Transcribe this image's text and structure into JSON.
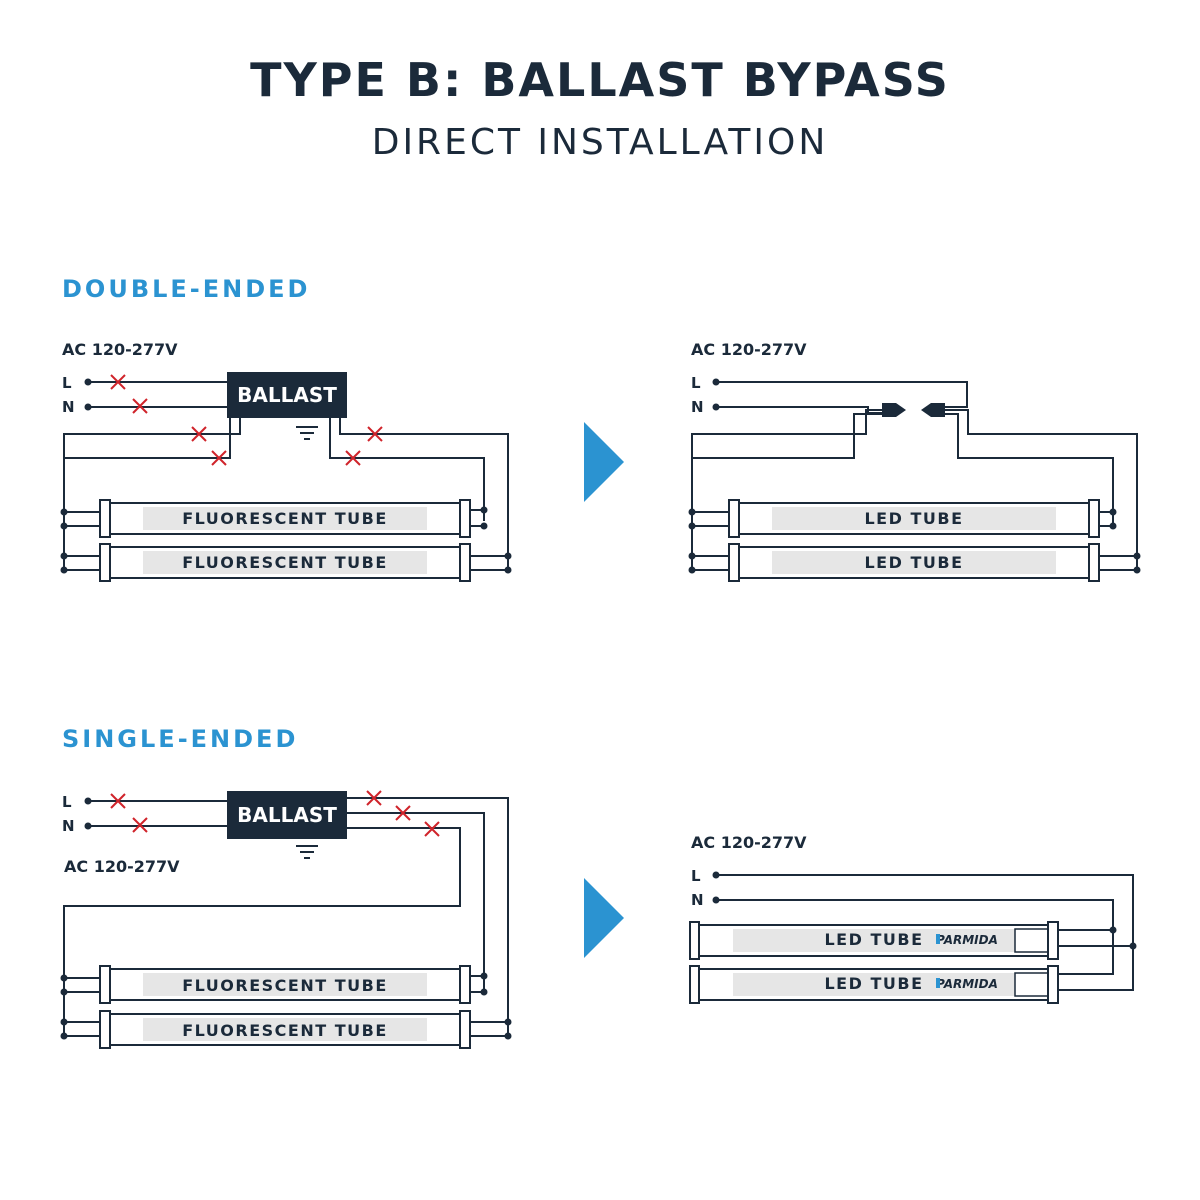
{
  "header": {
    "title": "TYPE B: BALLAST BYPASS",
    "subtitle": "DIRECT INSTALLATION"
  },
  "colors": {
    "navy": "#1b2a3a",
    "accent_blue": "#2b93d1",
    "cross_red": "#d0242b",
    "tube_fill": "#e6e6e6"
  },
  "double_ended": {
    "section_label": "DOUBLE-ENDED",
    "before": {
      "voltage": "AC 120-277V",
      "line_label": "L",
      "neutral_label": "N",
      "ballast_label": "BALLAST",
      "tubes": [
        "FLUORESCENT TUBE",
        "FLUORESCENT TUBE"
      ]
    },
    "after": {
      "voltage": "AC 120-277V",
      "line_label": "L",
      "neutral_label": "N",
      "tubes": [
        "LED TUBE",
        "LED TUBE"
      ]
    }
  },
  "single_ended": {
    "section_label": "SINGLE-ENDED",
    "before": {
      "voltage": "AC 120-277V",
      "line_label": "L",
      "neutral_label": "N",
      "ballast_label": "BALLAST",
      "tubes": [
        "FLUORESCENT TUBE",
        "FLUORESCENT TUBE"
      ]
    },
    "after": {
      "voltage": "AC 120-277V",
      "line_label": "L",
      "neutral_label": "N",
      "tubes": [
        "LED TUBE",
        "LED TUBE"
      ],
      "brand": "PARMIDA"
    }
  },
  "icons": [
    "ground-icon",
    "arrow-right-icon",
    "wire-connector-icon",
    "cross-mark-icon"
  ]
}
